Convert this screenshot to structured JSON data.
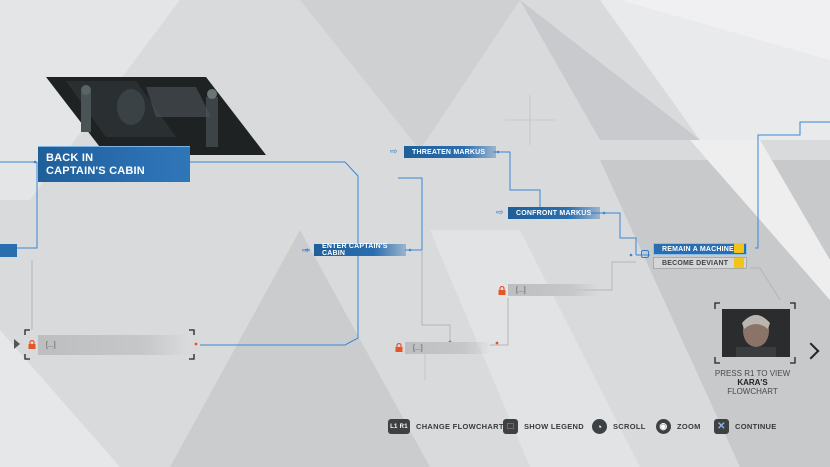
{
  "nodes": {
    "back_in_captains_cabin": "BACK IN CAPTAIN'S CABIN",
    "threaten_markus": "THREATEN MARKUS",
    "confront_markus": "CONFRONT MARKUS",
    "enter_captains_cabin": "ENTER CAPTAIN'S CABIN",
    "remain_a_machine": "REMAIN A MACHINE",
    "become_deviant": "BECOME DEVIANT"
  },
  "locked_label": "[...]",
  "kara_prompt": {
    "line1": "PRESS R1 TO VIEW",
    "line2": "KARA'S",
    "line3": "FLOWCHART"
  },
  "controls": [
    {
      "button": "L1 R1",
      "label": "CHANGE FLOWCHART"
    },
    {
      "button": "□",
      "label": "SHOW LEGEND"
    },
    {
      "button": "◔",
      "label": "SCROLL"
    },
    {
      "button": "◉",
      "label": "ZOOM"
    },
    {
      "button": "✕",
      "label": "CONTINUE"
    }
  ],
  "colors": {
    "node_blue": "#2a6eb0",
    "line_blue": "#3a86d4",
    "lock_orange": "#e8542a",
    "badge_yellow": "#f2c418"
  }
}
